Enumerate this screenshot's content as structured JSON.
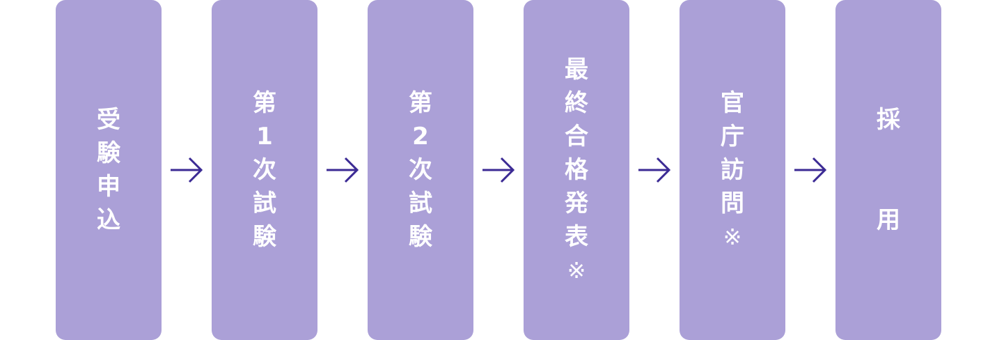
{
  "colors": {
    "box_fill": "#aba0d7",
    "box_text": "#ffffff",
    "arrow": "#3b2a94"
  },
  "arrow_icon": "arrow-right-icon",
  "steps": [
    {
      "id": "application",
      "chars": [
        "受",
        "験",
        "申",
        "込"
      ],
      "spaced": false
    },
    {
      "id": "first-exam",
      "chars": [
        "第",
        "1",
        "次",
        "試",
        "験"
      ],
      "spaced": false
    },
    {
      "id": "second-exam",
      "chars": [
        "第",
        "2",
        "次",
        "試",
        "験"
      ],
      "spaced": false
    },
    {
      "id": "final-results",
      "chars": [
        "最",
        "終",
        "合",
        "格",
        "発",
        "表",
        "※"
      ],
      "spaced": false
    },
    {
      "id": "office-visit",
      "chars": [
        "官",
        "庁",
        "訪",
        "問",
        "※"
      ],
      "spaced": false
    },
    {
      "id": "hiring",
      "chars": [
        "採",
        "用"
      ],
      "spaced": true
    }
  ]
}
